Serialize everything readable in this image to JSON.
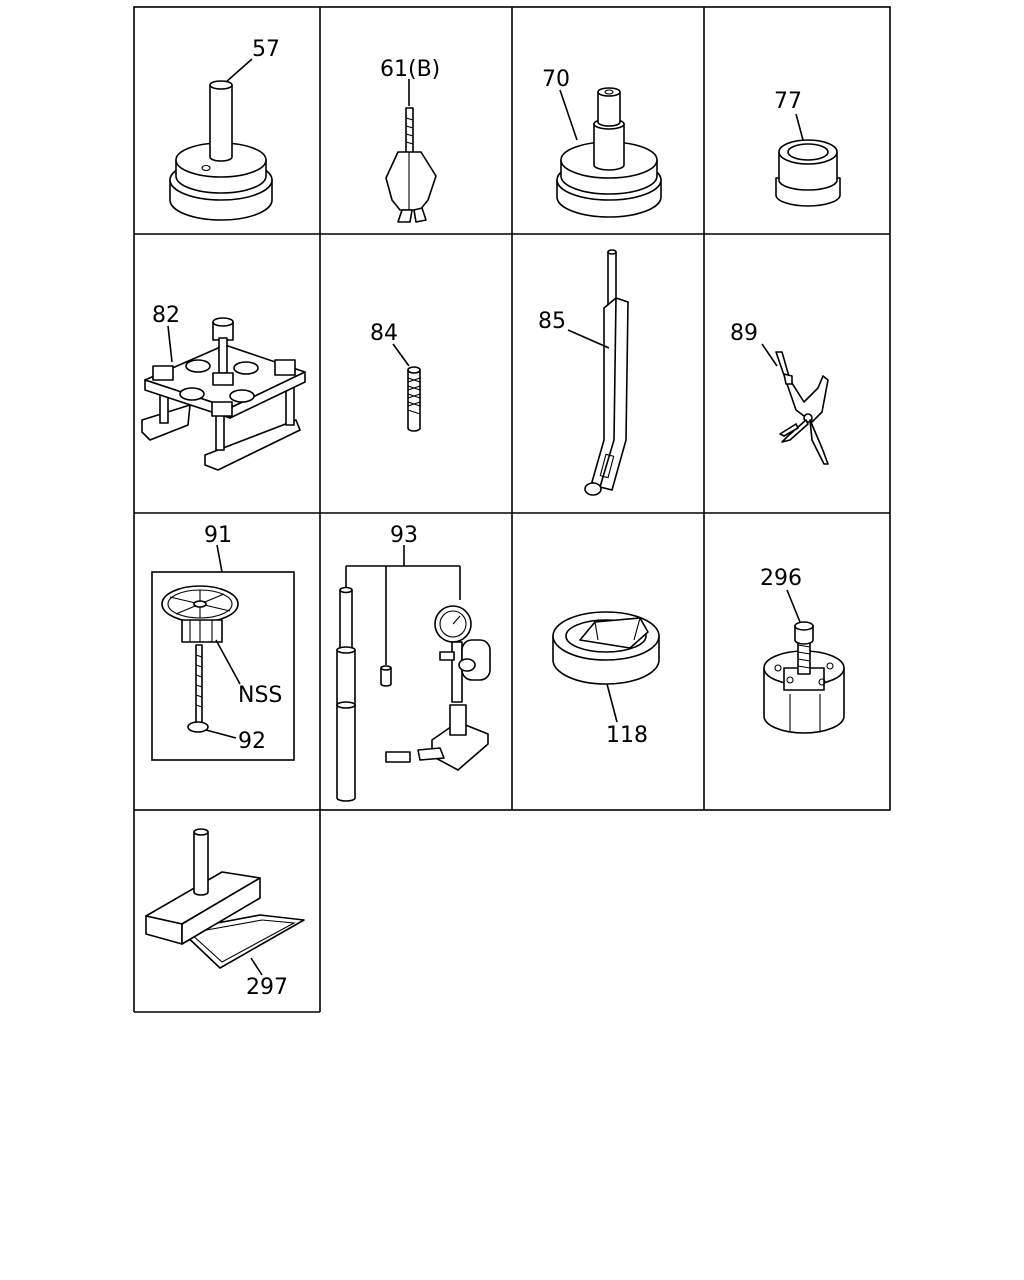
{
  "callouts": {
    "p57": "57",
    "p61b": "61(B)",
    "p70": "70",
    "p77": "77",
    "p82": "82",
    "p84": "84",
    "p85": "85",
    "p89": "89",
    "p91": "91",
    "pNSS": "NSS",
    "p92": "92",
    "p93": "93",
    "p118": "118",
    "p296": "296",
    "p297": "297"
  }
}
